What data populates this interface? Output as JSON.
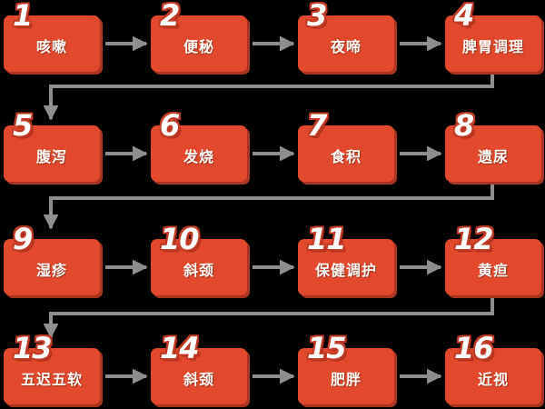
{
  "diagram_title": "pediatric-tuina-topic-flow",
  "palette": {
    "bg": "#000000",
    "box_fill": "#e2492c",
    "box_edge": "#a93520",
    "num_outline": "#c23a24",
    "arrow": "#8e8e8e",
    "text": "#ffffff"
  },
  "items": [
    {
      "number": "1",
      "label": "咳嗽"
    },
    {
      "number": "2",
      "label": "便秘"
    },
    {
      "number": "3",
      "label": "夜啼"
    },
    {
      "number": "4",
      "label": "脾胃调理"
    },
    {
      "number": "5",
      "label": "腹泻"
    },
    {
      "number": "6",
      "label": "发烧"
    },
    {
      "number": "7",
      "label": "食积"
    },
    {
      "number": "8",
      "label": "遗尿"
    },
    {
      "number": "9",
      "label": "湿疹"
    },
    {
      "number": "10",
      "label": "斜颈"
    },
    {
      "number": "11",
      "label": "保健调护"
    },
    {
      "number": "12",
      "label": "黄疸"
    },
    {
      "number": "13",
      "label": "五迟五软"
    },
    {
      "number": "14",
      "label": "斜颈"
    },
    {
      "number": "15",
      "label": "肥胖"
    },
    {
      "number": "16",
      "label": "近视"
    }
  ],
  "connections": [
    "1→2",
    "2→3",
    "3→4",
    "4→5",
    "5→6",
    "6→7",
    "7→8",
    "8→9",
    "9→10",
    "10→11",
    "11→12",
    "12→13",
    "13→14",
    "14→15",
    "15→16"
  ]
}
